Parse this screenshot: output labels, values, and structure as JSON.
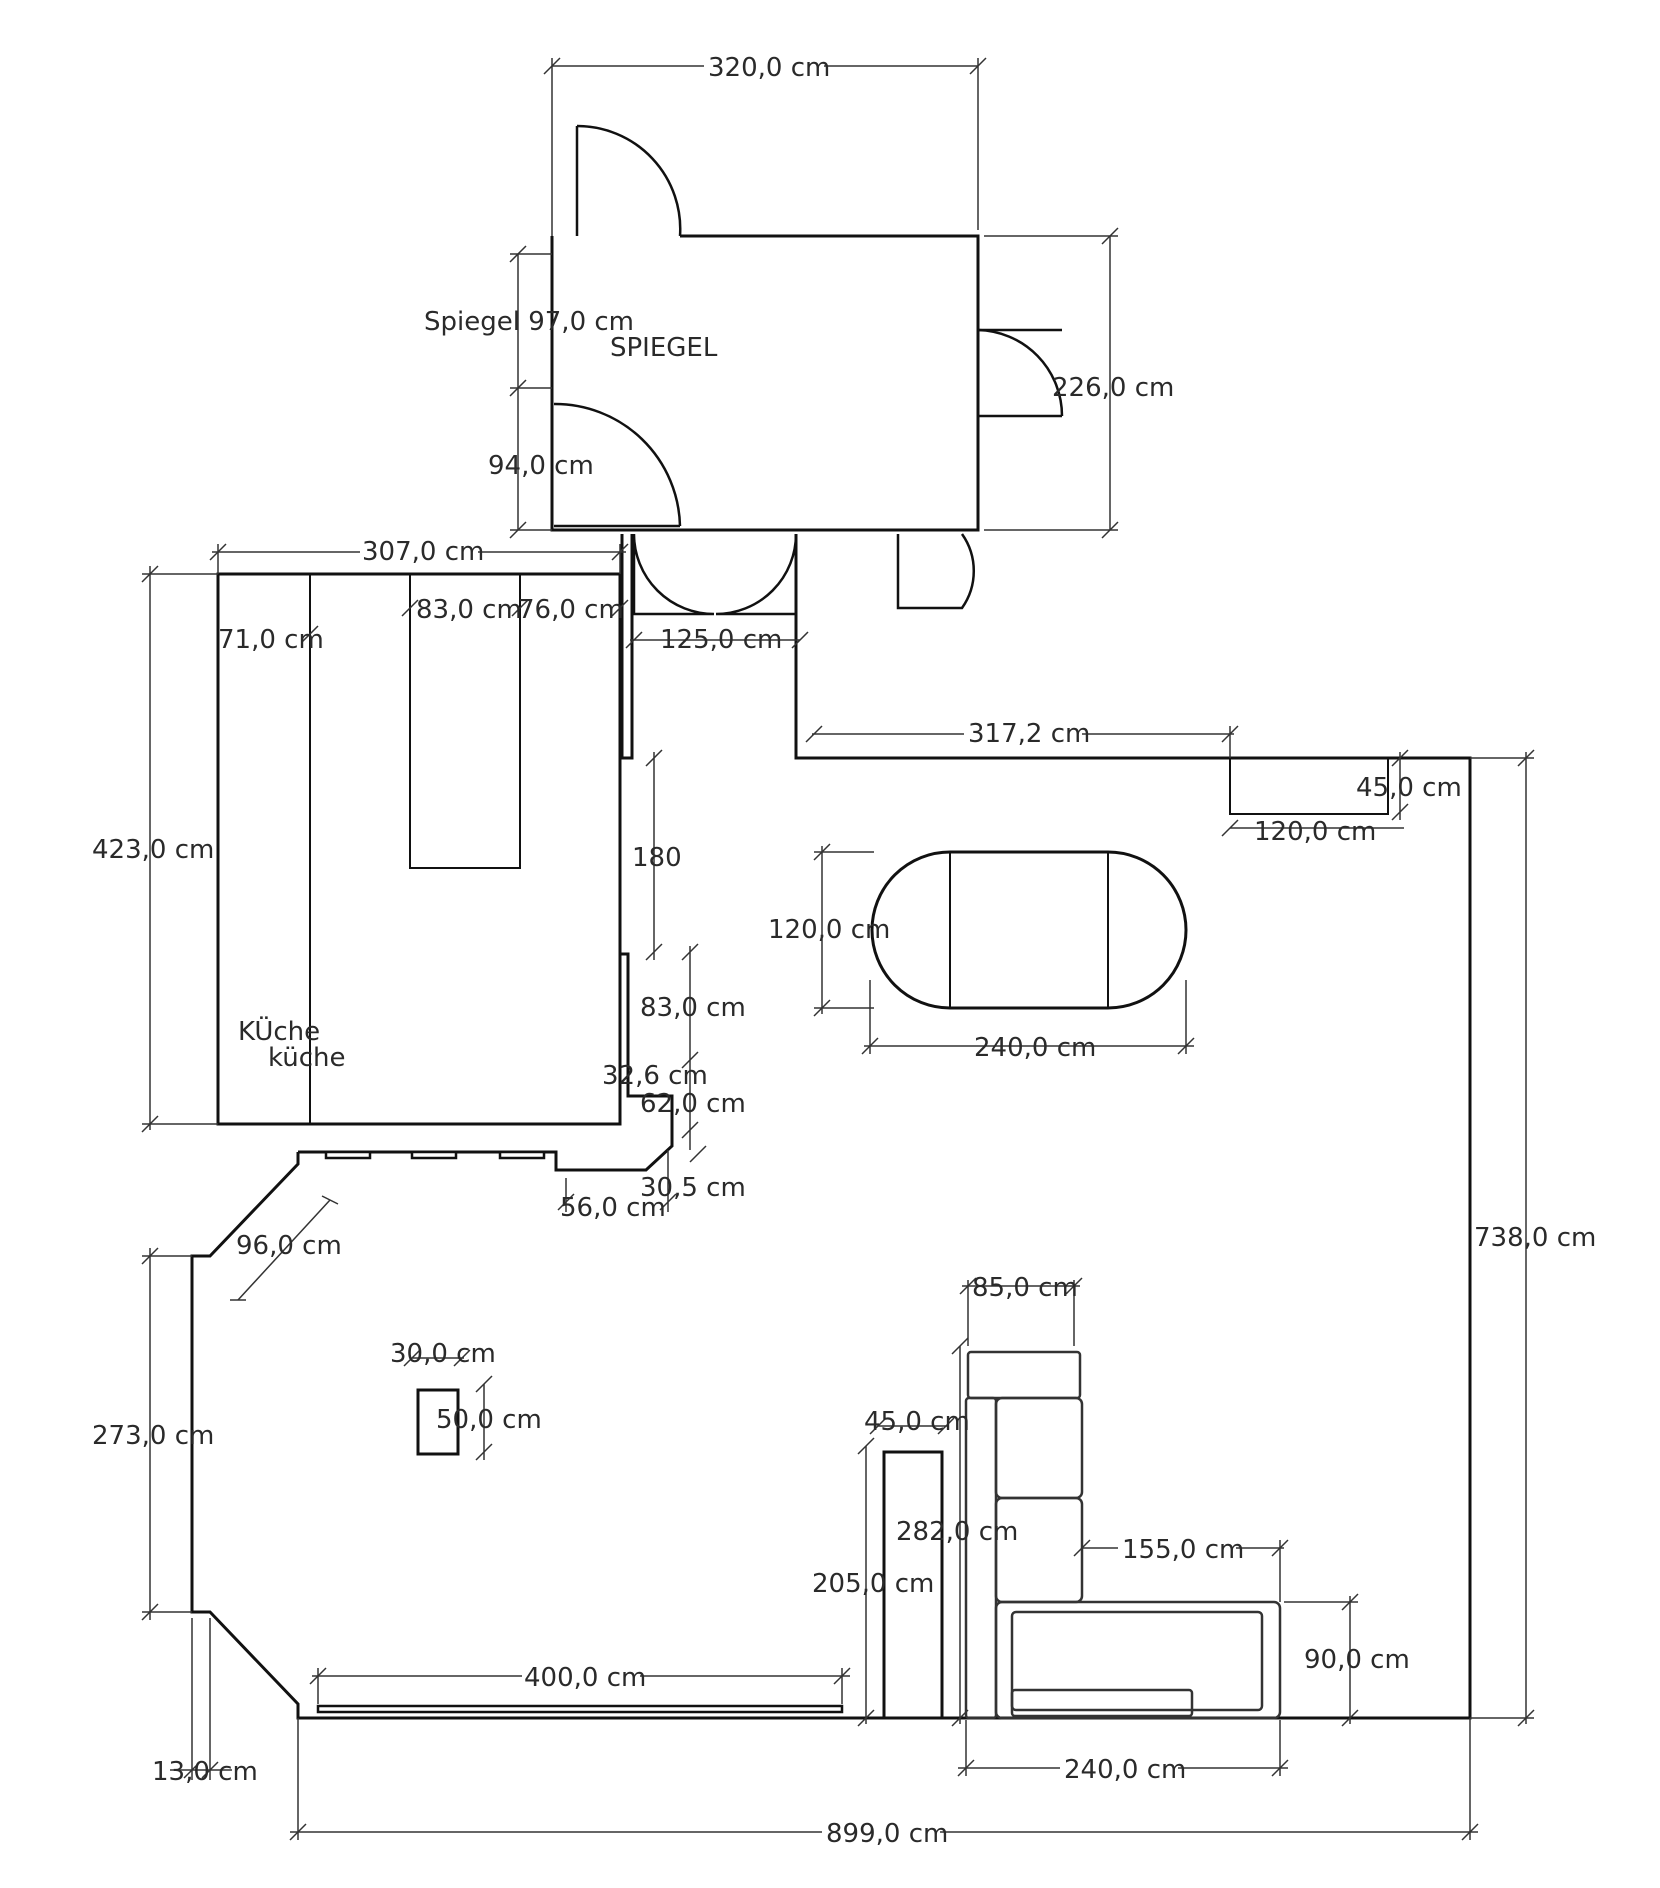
{
  "labels": {
    "spiegel_dim": "Spiegel 97,0 cm",
    "spiegel": "SPIEGEL",
    "kueche_1": "KÜche",
    "kueche_2": "küche"
  },
  "dimensions": {
    "d320": "320,0 cm",
    "d226": "226,0 cm",
    "d94": "94,0 cm",
    "d307": "307,0 cm",
    "d83a": "83,0 cm",
    "d76": "76,0 cm",
    "d71": "71,0 cm",
    "d125": "125,0 cm",
    "d317": "317,2 cm",
    "d45a": "45,0 cm",
    "d120a": "120,0 cm",
    "d423": "423,0 cm",
    "d180": "180",
    "d120b": "120,0 cm",
    "d240a": "240,0 cm",
    "d83b": "83,0 cm",
    "d326": "32,6 cm",
    "d62": "62,0 cm",
    "d305": "30,5 cm",
    "d56": "56,0 cm",
    "d96": "96,0 cm",
    "d738": "738,0 cm",
    "d85": "85,0 cm",
    "d30": "30,0 cm",
    "d50": "50,0 cm",
    "d45b": "45,0 cm",
    "d273": "273,0 cm",
    "d282": "282,0 cm",
    "d155": "155,0 cm",
    "d205": "205,0 cm",
    "d90": "90,0 cm",
    "d400": "400,0 cm",
    "d13": "13,0 cm",
    "d240b": "240,0 cm",
    "d899": "899,0 cm"
  }
}
